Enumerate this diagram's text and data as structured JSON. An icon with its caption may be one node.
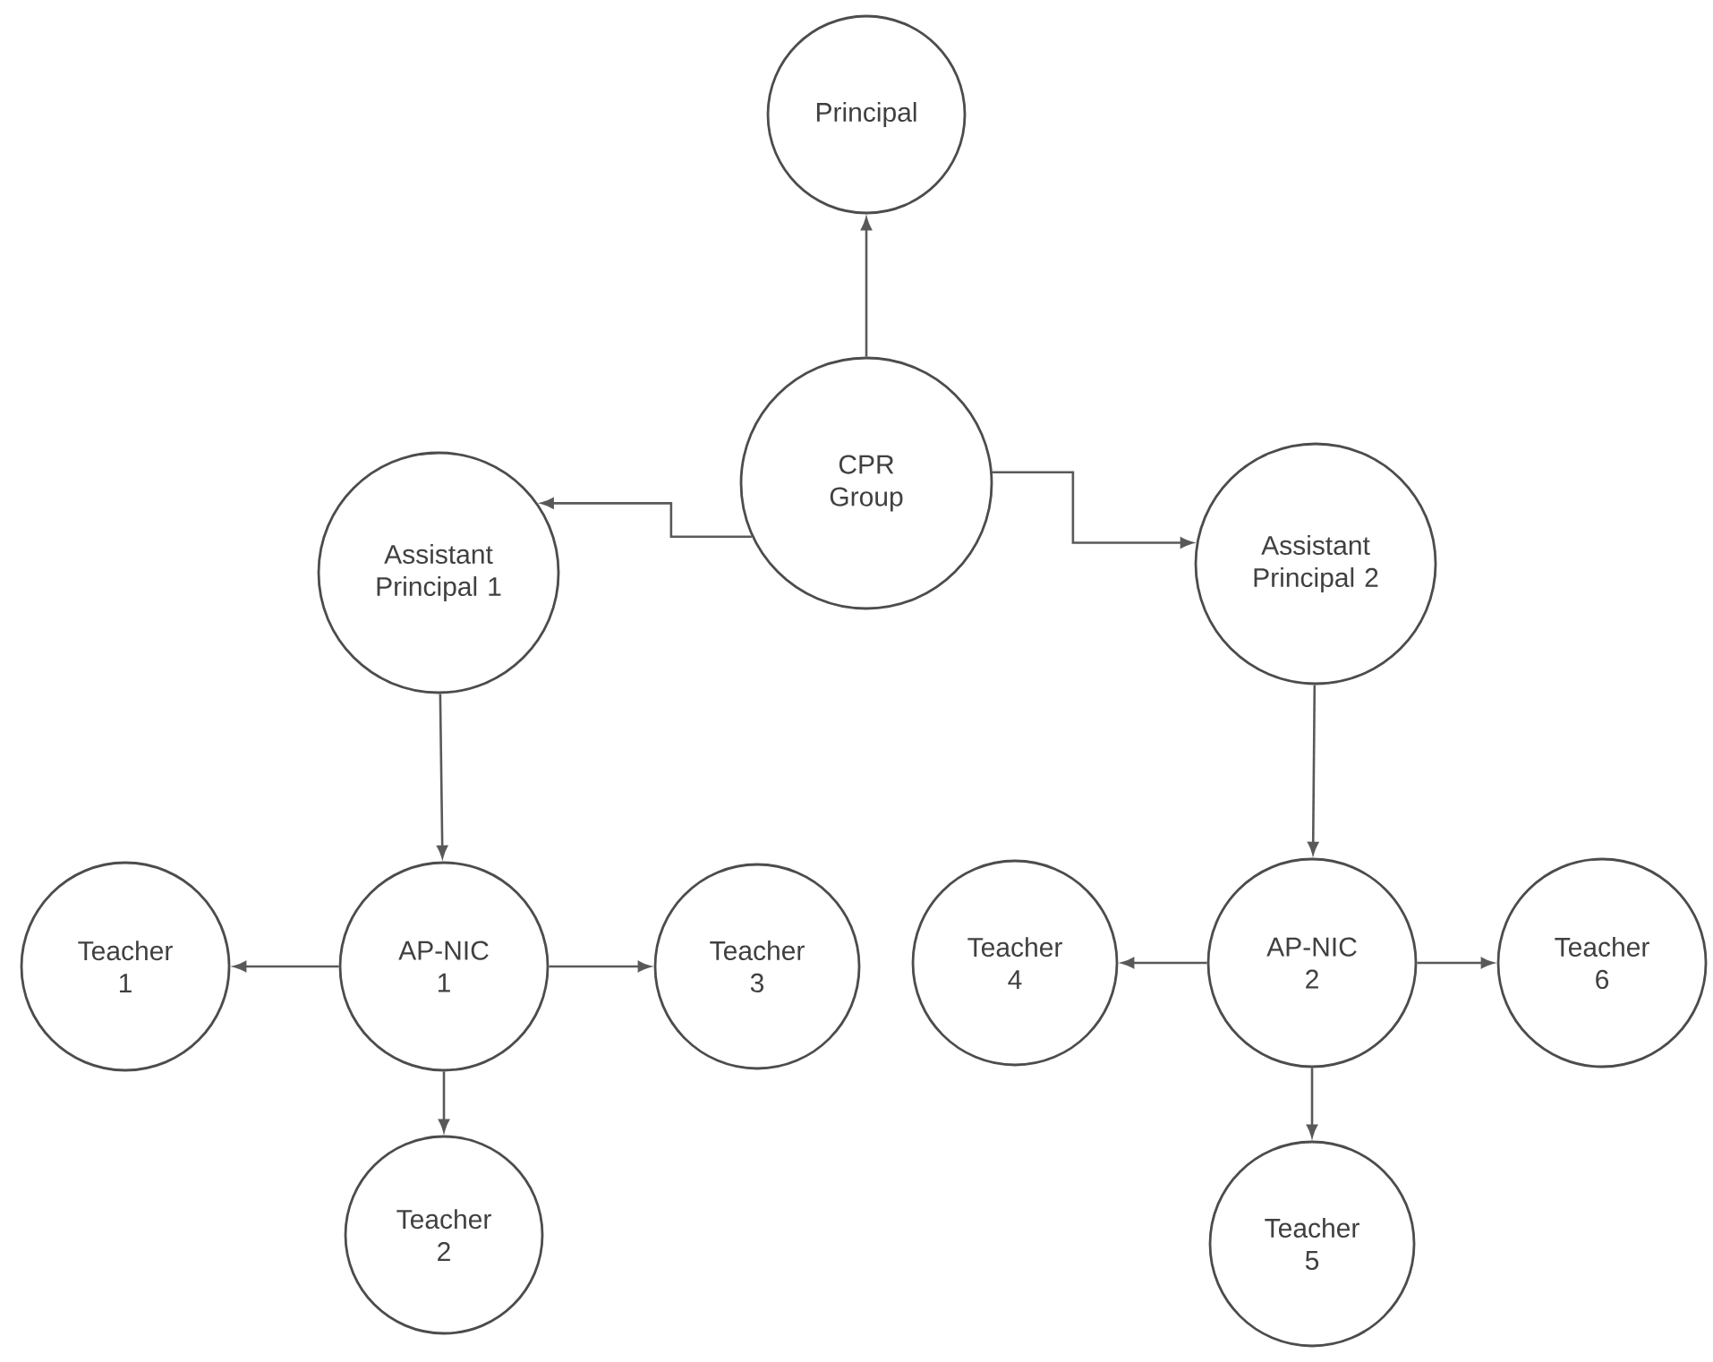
{
  "diagram": {
    "nodes": [
      {
        "text": [
          "Principal"
        ]
      },
      {
        "text": [
          "CPR Group"
        ]
      },
      {
        "text": [
          "Assistant Principal 1"
        ]
      },
      {
        "text": [
          "Assistant Principal 2"
        ]
      },
      {
        "text": [
          "Teacher 1"
        ]
      },
      {
        "text": [
          "AP-NIC 1"
        ]
      },
      {
        "text": [
          "Teacher 3"
        ]
      },
      {
        "text": [
          "Teacher 4"
        ]
      },
      {
        "text": [
          "AP-NIC 2"
        ]
      },
      {
        "text": [
          "Teacher 6"
        ]
      },
      {
        "text": [
          "Teacher 2"
        ]
      },
      {
        "text": [
          "Teacher 5"
        ]
      }
    ],
    "edges": [
      {
        "from": 1,
        "to": 0,
        "arrow": "to"
      },
      {
        "from": 1,
        "to": 2,
        "arrow": "to"
      },
      {
        "from": 1,
        "to": 3,
        "arrow": "to"
      },
      {
        "from": 2,
        "to": 5,
        "arrow": "to"
      },
      {
        "from": 3,
        "to": 8,
        "arrow": "to"
      },
      {
        "from": 5,
        "to": 4,
        "arrow": "to"
      },
      {
        "from": 5,
        "to": 6,
        "arrow": "to"
      },
      {
        "from": 5,
        "to": 10,
        "arrow": "to"
      },
      {
        "from": 8,
        "to": 7,
        "arrow": "to"
      },
      {
        "from": 8,
        "to": 9,
        "arrow": "to"
      },
      {
        "from": 8,
        "to": 11,
        "arrow": "to"
      }
    ]
  }
}
